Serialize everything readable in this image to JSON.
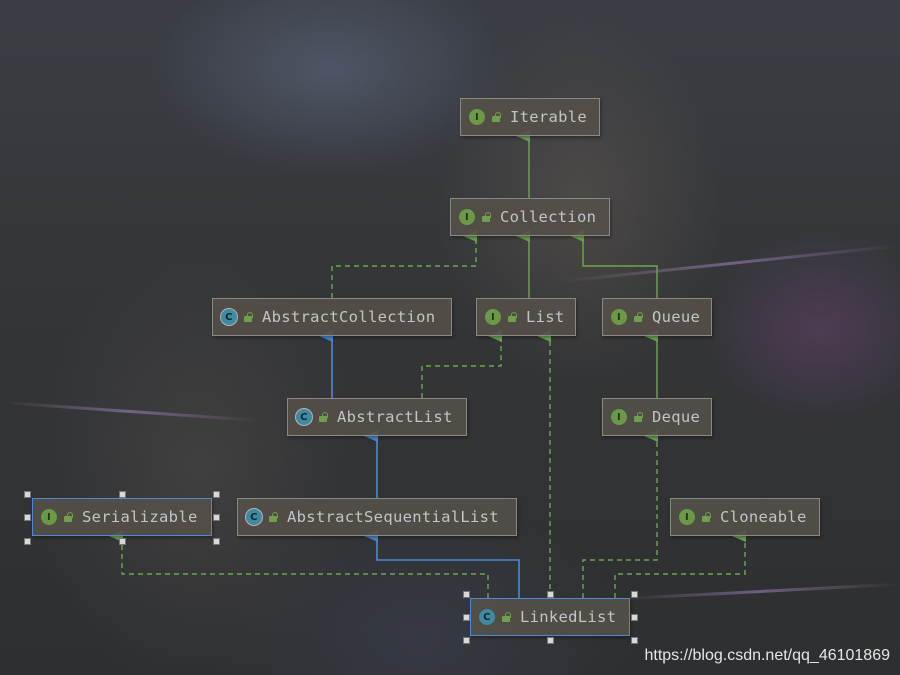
{
  "nodes": [
    {
      "id": "iterable",
      "label": "Iterable",
      "kind": "interface",
      "kind_letter": "I"
    },
    {
      "id": "collection",
      "label": "Collection",
      "kind": "interface",
      "kind_letter": "I"
    },
    {
      "id": "abstract_collection",
      "label": "AbstractCollection",
      "kind": "abstract-class",
      "kind_letter": "C"
    },
    {
      "id": "list",
      "label": "List",
      "kind": "interface",
      "kind_letter": "I"
    },
    {
      "id": "queue",
      "label": "Queue",
      "kind": "interface",
      "kind_letter": "I"
    },
    {
      "id": "abstract_list",
      "label": "AbstractList",
      "kind": "abstract-class",
      "kind_letter": "C"
    },
    {
      "id": "deque",
      "label": "Deque",
      "kind": "interface",
      "kind_letter": "I"
    },
    {
      "id": "serializable",
      "label": "Serializable",
      "kind": "interface",
      "kind_letter": "I"
    },
    {
      "id": "abstract_sequential_list",
      "label": "AbstractSequentialList",
      "kind": "abstract-class",
      "kind_letter": "C"
    },
    {
      "id": "cloneable",
      "label": "Cloneable",
      "kind": "interface",
      "kind_letter": "I"
    },
    {
      "id": "linked_list",
      "label": "LinkedList",
      "kind": "class",
      "kind_letter": "C"
    }
  ],
  "edges": [
    {
      "from": "collection",
      "to": "iterable",
      "type": "extends-interface"
    },
    {
      "from": "list",
      "to": "collection",
      "type": "extends-interface"
    },
    {
      "from": "queue",
      "to": "collection",
      "type": "extends-interface"
    },
    {
      "from": "abstract_collection",
      "to": "collection",
      "type": "implements"
    },
    {
      "from": "abstract_list",
      "to": "abstract_collection",
      "type": "extends-class"
    },
    {
      "from": "abstract_list",
      "to": "list",
      "type": "implements"
    },
    {
      "from": "deque",
      "to": "queue",
      "type": "extends-interface"
    },
    {
      "from": "abstract_sequential_list",
      "to": "abstract_list",
      "type": "extends-class"
    },
    {
      "from": "linked_list",
      "to": "abstract_sequential_list",
      "type": "extends-class"
    },
    {
      "from": "linked_list",
      "to": "list",
      "type": "implements"
    },
    {
      "from": "linked_list",
      "to": "deque",
      "type": "implements"
    },
    {
      "from": "linked_list",
      "to": "cloneable",
      "type": "implements"
    },
    {
      "from": "linked_list",
      "to": "serializable",
      "type": "implements"
    }
  ],
  "selected": [
    "serializable",
    "linked_list"
  ],
  "colors": {
    "extends_class": "#4a8ad6",
    "extends_interface": "#6aa84f",
    "implements": "#6aa84f",
    "selection": "#4a8ad6"
  },
  "watermark": "https://blog.csdn.net/qq_46101869"
}
